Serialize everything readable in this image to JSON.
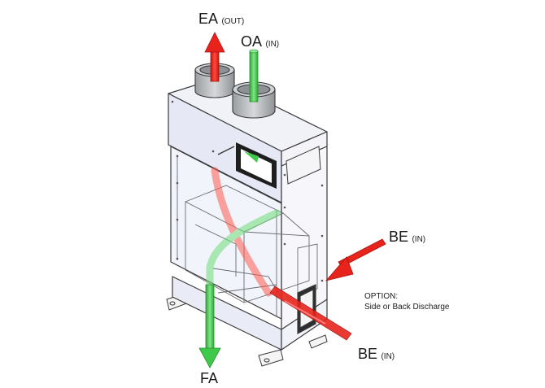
{
  "labels": {
    "ea": "EA",
    "ea_sub": "(OUT)",
    "oa": "OA",
    "oa_sub": "(IN)",
    "be_top": "BE",
    "be_top_sub": "(IN)",
    "be_bottom": "BE",
    "be_bottom_sub": "(IN)",
    "fa": "FA",
    "option_title": "OPTION:",
    "option_text": "Side or Back Discharge"
  },
  "colors": {
    "exhaust_arrow": "#e8231c",
    "fresh_arrow": "#3fc94a",
    "cabinet_line": "#3a3a3a",
    "cabinet_face": "#eef0fa",
    "collar": "#b9bcc0"
  }
}
